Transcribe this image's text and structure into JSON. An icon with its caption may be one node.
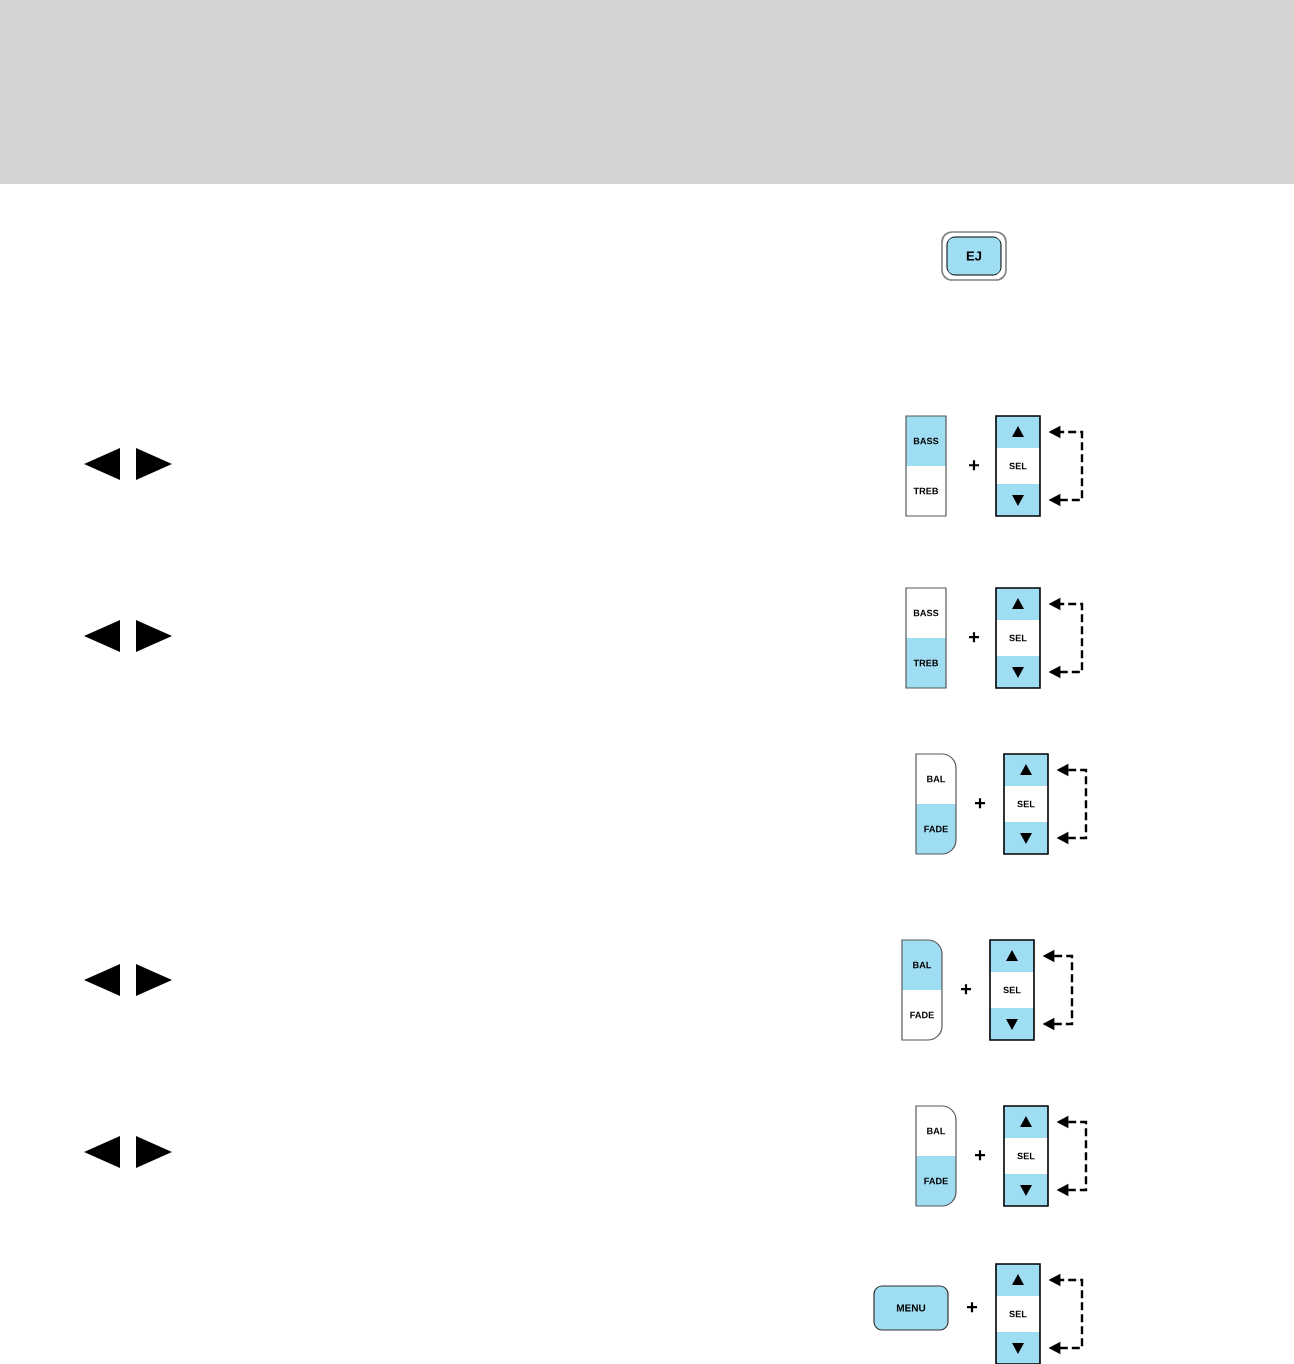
{
  "diagram": {
    "nodes": [
      {
        "text": [
          "EJ"
        ]
      },
      {
        "text": [
          "BASS",
          "TREB"
        ]
      },
      {
        "text": [
          "SEL"
        ]
      },
      {
        "text": [],
        "shape": "box",
        "in": 2
      },
      {
        "text": [],
        "shape": "box",
        "in": 2
      },
      {
        "text": [
          "BASS",
          "TREB"
        ]
      },
      {
        "text": [
          "SEL"
        ]
      },
      {
        "text": [],
        "shape": "box",
        "in": 6
      },
      {
        "text": [],
        "shape": "box",
        "in": 6
      },
      {
        "text": [
          "BAL",
          "FADE"
        ]
      },
      {
        "text": [
          "SEL"
        ]
      },
      {
        "text": [],
        "shape": "box",
        "in": 10
      },
      {
        "text": [],
        "shape": "box",
        "in": 10
      },
      {
        "text": [
          "BAL",
          "FADE"
        ]
      },
      {
        "text": [
          "SEL"
        ]
      },
      {
        "text": [],
        "shape": "box",
        "in": 14
      },
      {
        "text": [],
        "shape": "box",
        "in": 14
      },
      {
        "text": [
          "BAL",
          "FADE"
        ]
      },
      {
        "text": [
          "SEL"
        ]
      },
      {
        "text": [],
        "shape": "box",
        "in": 18
      },
      {
        "text": [],
        "shape": "box",
        "in": 18
      },
      {
        "text": [
          "MENU"
        ]
      },
      {
        "text": [
          "SEL"
        ]
      },
      {
        "text": [],
        "shape": "box",
        "in": 22
      },
      {
        "text": [],
        "shape": "box",
        "in": 22
      }
    ],
    "edges": [
      {
        "from": 4,
        "to": 3,
        "arrow": "both",
        "style": "dashed"
      },
      {
        "from": 8,
        "to": 7,
        "arrow": "both",
        "style": "dashed"
      },
      {
        "from": 12,
        "to": 11,
        "arrow": "both",
        "style": "dashed"
      },
      {
        "from": 16,
        "to": 15,
        "arrow": "both",
        "style": "dashed"
      },
      {
        "from": 20,
        "to": 19,
        "arrow": "both",
        "style": "dashed"
      },
      {
        "from": 24,
        "to": 23,
        "arrow": "both",
        "style": "dashed"
      }
    ],
    "labels": [
      "+",
      "+",
      "+",
      "+",
      "+",
      "+"
    ]
  }
}
